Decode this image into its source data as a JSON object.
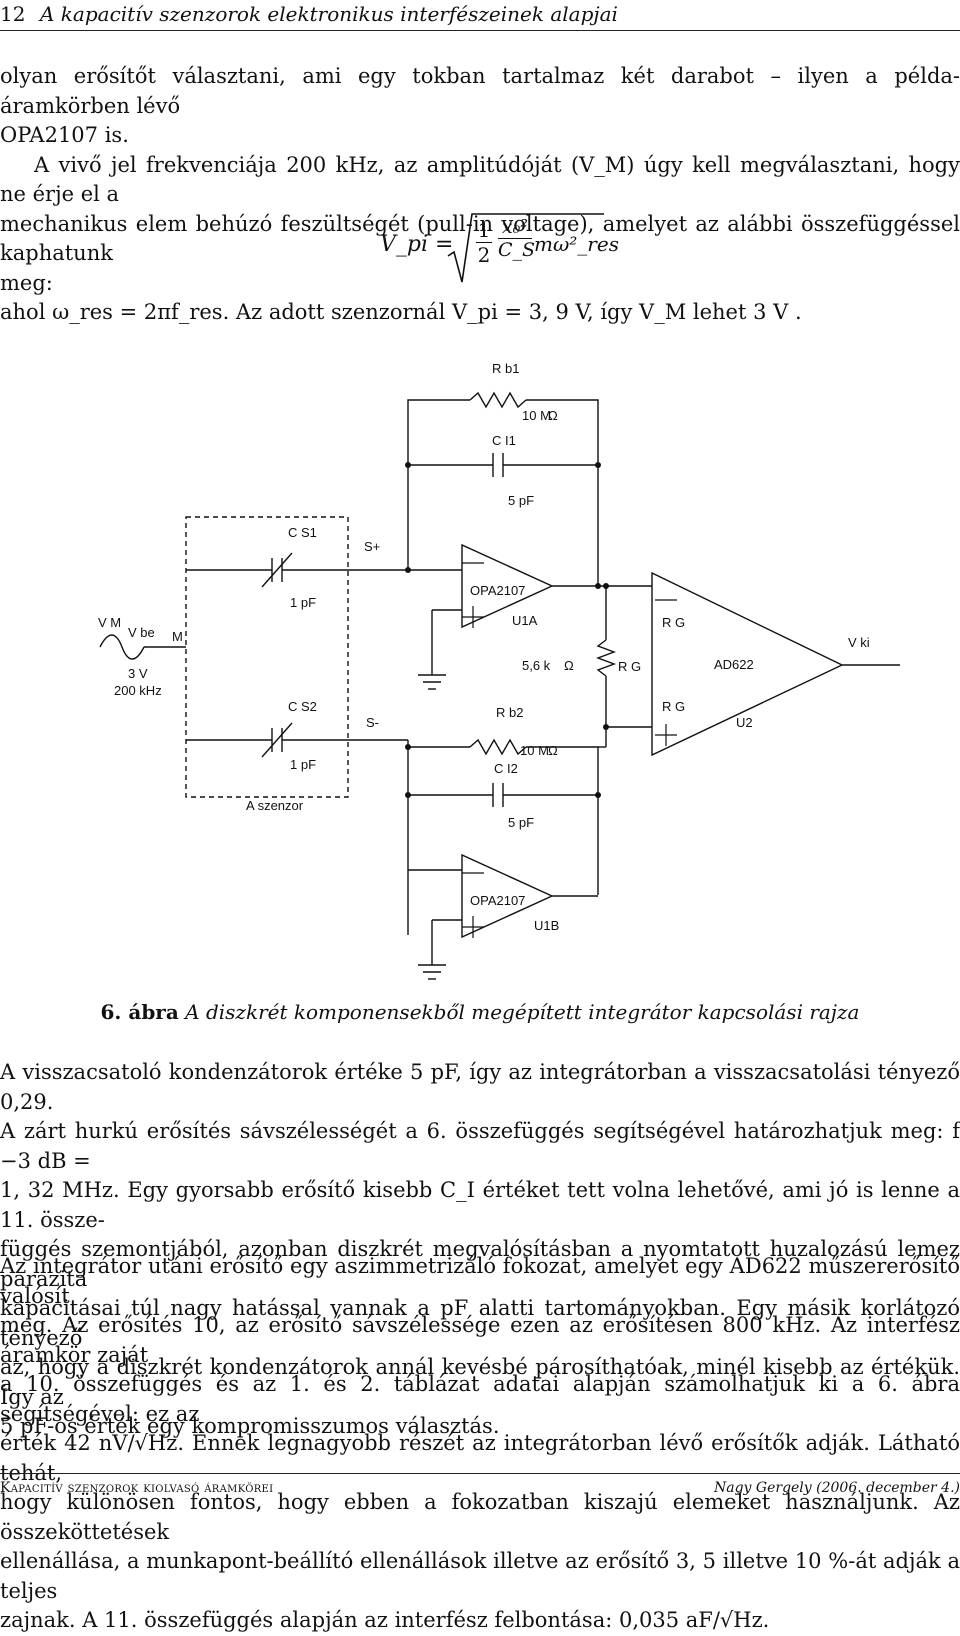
{
  "header": {
    "page_number": "12",
    "running_title": "A kapacitív szenzorok elektronikus interfészeinek alapjai"
  },
  "intro": {
    "lines": [
      "olyan erősítőt választani, ami egy tokban tartalmaz két darabot – ilyen a példa-áramkörben lévő",
      "OPA2107 is.",
      "A vivő jel frekvenciája 200 kHz, az amplitúdóját (V_M) úgy kell megválasztani, hogy ne érje el a",
      "mechanikus elem behúzó feszültségét (pull-in voltage), amelyet az alábbi összefüggéssel kaphatunk",
      "meg:"
    ]
  },
  "formula": {
    "lhs": "V_pi =",
    "num1": "1",
    "den1": "2",
    "num2": "x₀²",
    "den2": "C_S",
    "tail": "mω²_res"
  },
  "after_formula": "ahol ω_res = 2πf_res. Az adott szenzornál V_pi = 3, 9 V, így V_M lehet 3 V .",
  "circuit": {
    "labels": {
      "rb1": "R b1",
      "rb1_val": "10 M",
      "ci1": "C I1",
      "ci1_val": "5 pF",
      "cs1": "C S1",
      "cs1_val": "1 pF",
      "splus": "S+",
      "opa_top": "OPA2107",
      "u1a": "U1A",
      "vm": "V M",
      "vbe": "V be",
      "m": "M",
      "src_v": "3 V",
      "src_f": "200 kHz",
      "rg_val": "5,6 k",
      "rg_top": "R G",
      "rg_mid": "R G",
      "rg_bot": "R G",
      "ad622": "AD622",
      "vki": "V ki",
      "u2": "U2",
      "cs2": "C S2",
      "cs2_val": "1 pF",
      "sminus": "S-",
      "rb2": "R b2",
      "rb2_val": "10 M",
      "ci2": "C I2",
      "ci2_val": "5 pF",
      "szenzor": "A szenzor",
      "opa_bot": "OPA2107",
      "u1b": "U1B"
    }
  },
  "caption": {
    "number": "6. ábra",
    "text": "A diszkrét komponensekből megépített integrátor kapcsolási rajza"
  },
  "body": {
    "p1": [
      "A visszacsatoló kondenzátorok értéke 5 pF, így az integrátorban a visszacsatolási tényező 0,29.",
      "A zárt hurkú erősítés sávszélességét a 6. összefüggés segítségével határozhatjuk meg: f −3 dB =",
      "1, 32 MHz. Egy gyorsabb erősítő kisebb C_I értéket tett volna lehetővé, ami jó is lenne a 11. össze-",
      "függés szemontjából, azonban diszkrét megvalósításban a nyomtatott huzalozású lemez parazita",
      "kapacitásai túl nagy hatással vannak a pF alatti tartományokban. Egy másik korlátozó tényező",
      "az, hogy a diszkrét kondenzátorok annál kevésbé párosíthatóak, minél kisebb az értékük. Így az",
      "5 pF-os érték egy kompromisszumos választás."
    ],
    "p2": [
      "Az integrátor utáni erősítő egy aszimmetrizáló fokozat, amelyet egy AD622 műszererősítő valósít",
      "meg. Az erősítés 10, az erősítő sávszélessége ezen az erősítésen 800 kHz. Az interfész áramkör zaját",
      "a 10. összefüggés és az 1. és 2. táblázat adatai alapján számolhatjuk ki a 6. ábra segítségével: ez az",
      "érték 42 nV/√Hz. Ennek legnagyobb részét az integrátorban lévő erősítők adják. Látható tehát,",
      "hogy különösen fontos, hogy ebben a fokozatban kiszajú elemeket használjunk. Az összeköttetések",
      "ellenállása, a munkapont-beállító ellenállások illetve az erősítő 3, 5 illetve 10 %-át adják a teljes",
      "zajnak. A 11. összefüggés alapján az interfész felbontása: 0,035 aF/√Hz."
    ]
  },
  "footer": {
    "left": "Kapacitív szenzorok kiolvasó áramkörei",
    "right": "Nagy Gergely (2006. december 4.)"
  }
}
